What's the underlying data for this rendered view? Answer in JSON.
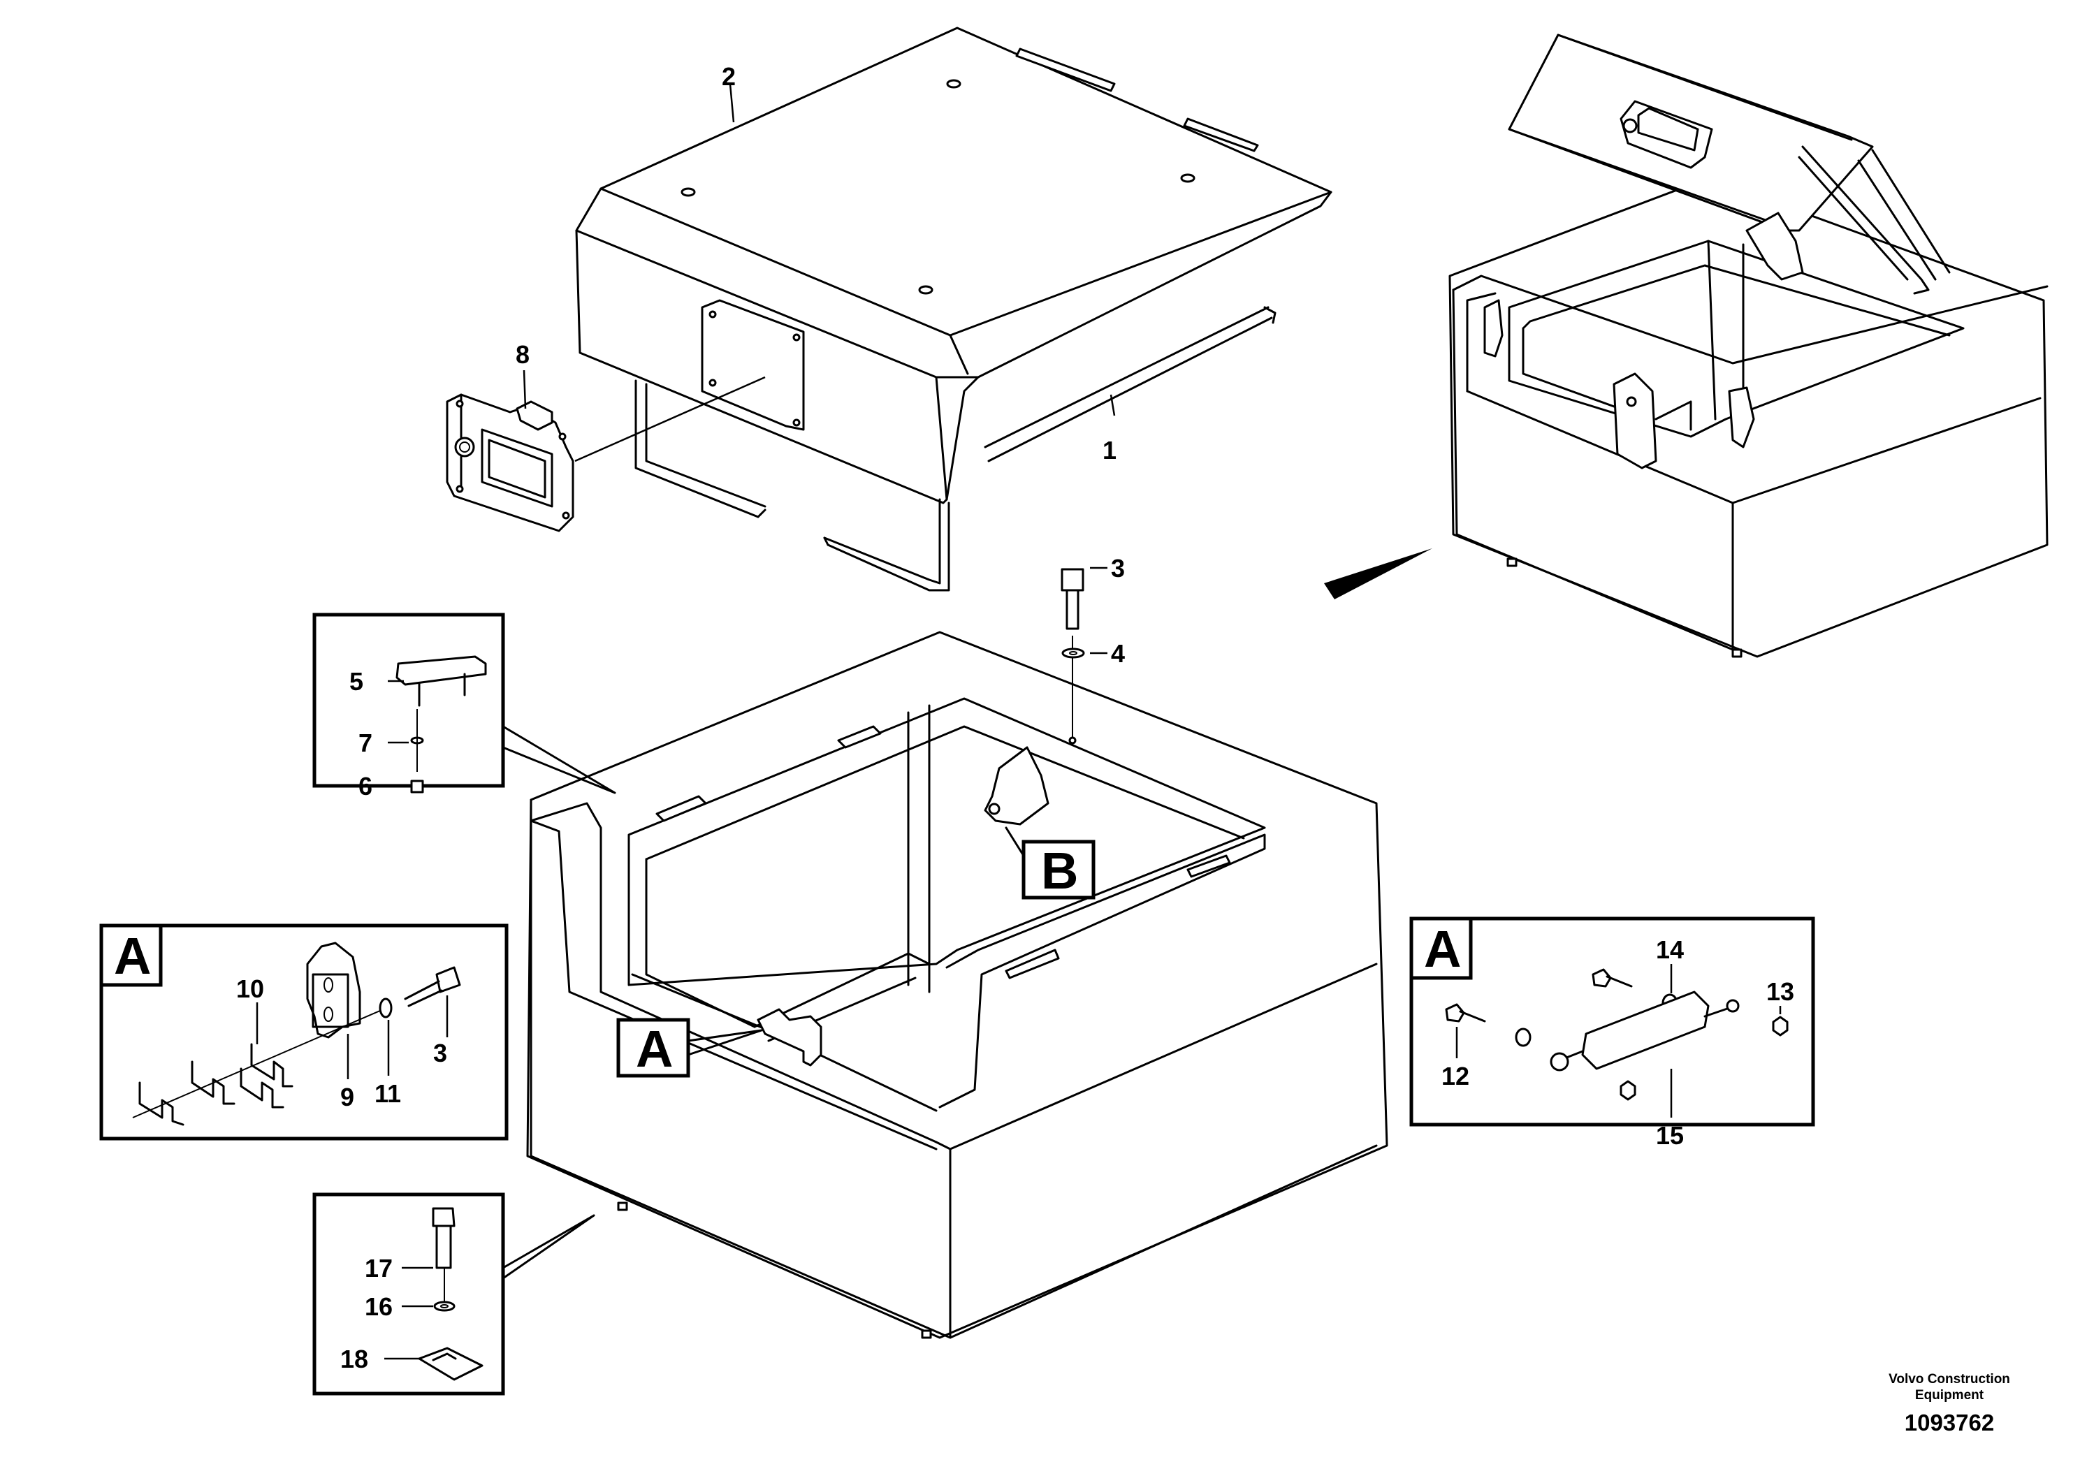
{
  "callouts": {
    "c1": "1",
    "c2": "2",
    "c3_top": "3",
    "c4": "4",
    "c5": "5",
    "c6": "6",
    "c7": "7",
    "c8": "8",
    "c9": "9",
    "c10": "10",
    "c11": "11",
    "c3_detail": "3",
    "c12": "12",
    "c13": "13",
    "c14": "14",
    "c15": "15",
    "c16": "16",
    "c17": "17",
    "c18": "18"
  },
  "detail_tags": {
    "a_on_box": "A",
    "b_on_box": "B",
    "a_left_panel": "A",
    "a_right_panel": "A"
  },
  "footer": {
    "company_line1": "Volvo Construction",
    "company_line2": "Equipment",
    "drawing_number": "1093762"
  },
  "colors": {
    "line": "#000000",
    "paper": "#ffffff"
  }
}
